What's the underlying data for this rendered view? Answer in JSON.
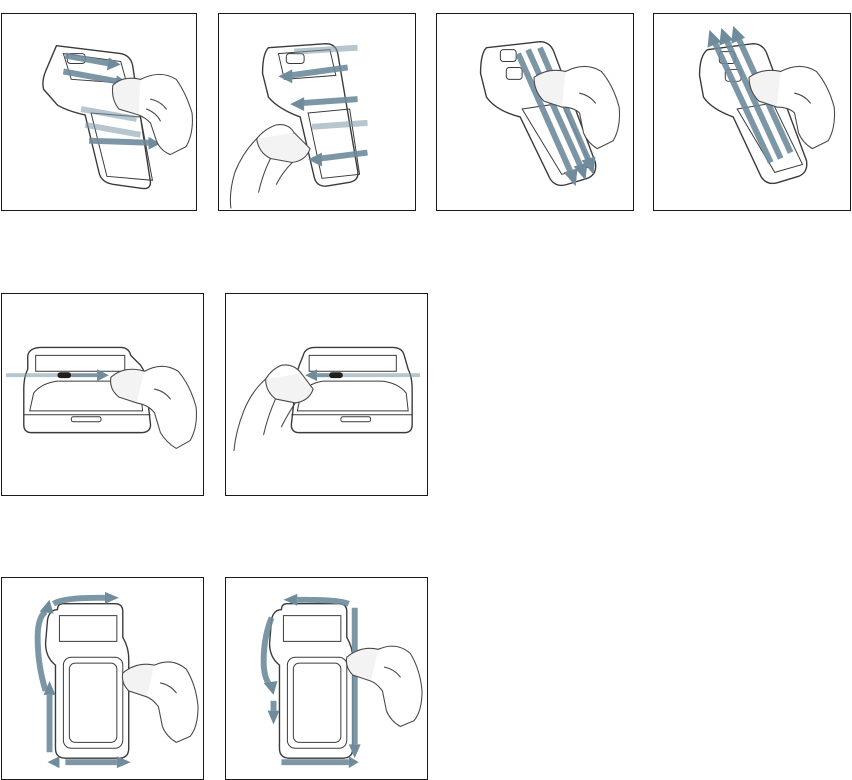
{
  "figure": {
    "rows": 3,
    "panels": [
      {
        "id": "p1",
        "subject": "terminal-side",
        "motion": "wipe-right"
      },
      {
        "id": "p2",
        "subject": "terminal-side",
        "motion": "wipe-left"
      },
      {
        "id": "p3",
        "subject": "terminal-front",
        "motion": "wipe-down"
      },
      {
        "id": "p4",
        "subject": "terminal-front",
        "motion": "wipe-up"
      },
      {
        "id": "p5",
        "subject": "terminal-top",
        "motion": "wipe-right"
      },
      {
        "id": "p6",
        "subject": "terminal-top",
        "motion": "wipe-left"
      },
      {
        "id": "p7",
        "subject": "terminal-outline",
        "motion": "clockwise"
      },
      {
        "id": "p8",
        "subject": "terminal-outline",
        "motion": "counter-clockwise"
      }
    ],
    "colors": {
      "border": "#1a1a1a",
      "arrow": "#6f8b9c",
      "line_art": "#3a3a3a",
      "background": "#ffffff"
    }
  }
}
